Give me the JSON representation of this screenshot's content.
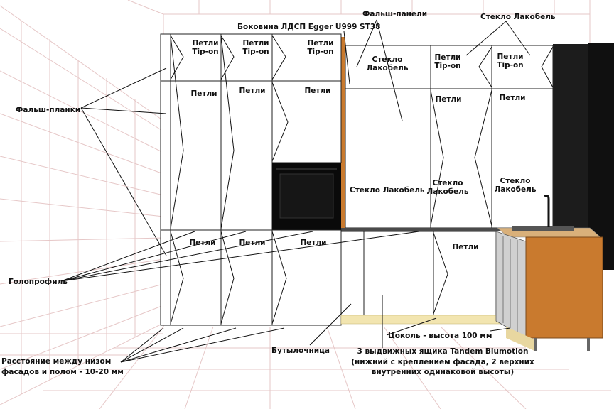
{
  "labels": {
    "side_panel": "Боковина ЛДСП Egger U999 ST38",
    "false_panels": "Фальш-панели",
    "glass_top_right": "Стекло Лакобель",
    "false_strips": "Фальш-планки",
    "handle_profile": "Голопрофиль",
    "gap_floor": "Расстояние между низом\nфасадов и полом - 10-20 мм",
    "bottle_holder": "Бутылочница",
    "plinth": "Цоколь - высота 100 мм",
    "drawers": "3 выдвижных ящика Tandem Blumotion\n(нижний с креплением фасада, 2 верхних\nвнутренних одинаковой высоты)"
  },
  "upper_row": [
    {
      "name": "hinges-tip-on-1",
      "text": "Петли\nTip-on"
    },
    {
      "name": "hinges-tip-on-2",
      "text": "Петли\nTip-on"
    },
    {
      "name": "hinges-tip-on-3",
      "text": "Петли\nTip-on"
    },
    {
      "name": "glass-lacobel-1",
      "text": "Стекло\nЛакобель"
    },
    {
      "name": "hinges-tip-on-4",
      "text": "Петли\nTip-on"
    },
    {
      "name": "hinges-tip-on-5",
      "text": "Петли\nTip-on"
    }
  ],
  "middle_row": [
    {
      "name": "hinges-1",
      "text": "Петли"
    },
    {
      "name": "hinges-2",
      "text": "Петли"
    },
    {
      "name": "hinges-3",
      "text": "Петли"
    },
    {
      "name": "glass-lacobel-2",
      "text": "Стекло Лакобель"
    },
    {
      "name": "hinges-4",
      "text": "Петли"
    },
    {
      "name": "glass-lacobel-3",
      "text": "Стекло\nЛакобель"
    },
    {
      "name": "hinges-5",
      "text": "Петли"
    },
    {
      "name": "glass-lacobel-4",
      "text": "Стекло\nЛакобель"
    }
  ],
  "lower_row": [
    {
      "name": "hinges-6",
      "text": "Петли"
    },
    {
      "name": "hinges-7",
      "text": "Петли"
    },
    {
      "name": "hinges-8",
      "text": "Петли"
    },
    {
      "name": "hinges-9",
      "text": "Петли"
    }
  ],
  "colors": {
    "wood": "#c97a2e",
    "dark_wall": "#1c1c1c",
    "oven": "#0a0a0a",
    "plinth": "#f2e5b0",
    "grid": "#e8c9c9"
  }
}
